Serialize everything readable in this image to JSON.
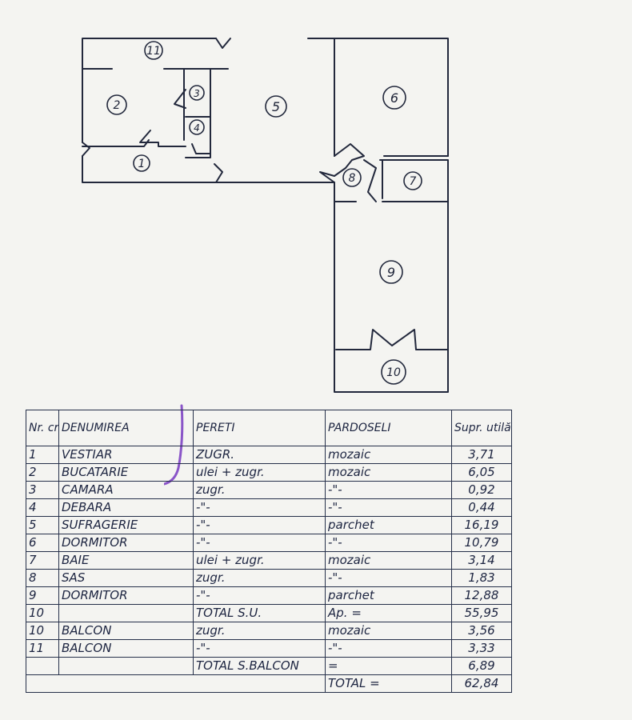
{
  "plan": {
    "rooms": [
      {
        "id": "1",
        "label": "1"
      },
      {
        "id": "2",
        "label": "2"
      },
      {
        "id": "3",
        "label": "3"
      },
      {
        "id": "4",
        "label": "4"
      },
      {
        "id": "5",
        "label": "5"
      },
      {
        "id": "6",
        "label": "6"
      },
      {
        "id": "7",
        "label": "7"
      },
      {
        "id": "8",
        "label": "8"
      },
      {
        "id": "9",
        "label": "9"
      },
      {
        "id": "10",
        "label": "10"
      },
      {
        "id": "11",
        "label": "11"
      }
    ]
  },
  "table": {
    "headers": {
      "nr": "Nr. crt.",
      "denumirea": "DENUMIREA",
      "pereti": "PERETI",
      "pardoseli": "PARDOSELI",
      "supr": "Supr. utilă"
    },
    "rows": [
      {
        "nr": "1",
        "name": "VESTIAR",
        "pereti": "ZUGR.",
        "pardoseli": "mozaic",
        "supr": "3,71"
      },
      {
        "nr": "2",
        "name": "BUCATARIE",
        "pereti": "ulei + zugr.",
        "pardoseli": "mozaic",
        "supr": "6,05"
      },
      {
        "nr": "3",
        "name": "CAMARA",
        "pereti": "zugr.",
        "pardoseli": "-\"-",
        "supr": "0,92"
      },
      {
        "nr": "4",
        "name": "DEBARA",
        "pereti": "-\"-",
        "pardoseli": "-\"-",
        "supr": "0,44"
      },
      {
        "nr": "5",
        "name": "SUFRAGERIE",
        "pereti": "-\"-",
        "pardoseli": "parchet",
        "supr": "16,19"
      },
      {
        "nr": "6",
        "name": "DORMITOR",
        "pereti": "-\"-",
        "pardoseli": "-\"-",
        "supr": "10,79"
      },
      {
        "nr": "7",
        "name": "BAIE",
        "pereti": "ulei + zugr.",
        "pardoseli": "mozaic",
        "supr": "3,14"
      },
      {
        "nr": "8",
        "name": "SAS",
        "pereti": "zugr.",
        "pardoseli": "-\"-",
        "supr": "1,83"
      },
      {
        "nr": "9",
        "name": "DORMITOR",
        "pereti": "-\"-",
        "pardoseli": "parchet",
        "supr": "12,88"
      },
      {
        "nr": "10",
        "name": "",
        "pereti": "TOTAL S.U.",
        "pardoseli": "Ap. =",
        "supr": "55,95"
      },
      {
        "nr": "10",
        "name": "BALCON",
        "pereti": "zugr.",
        "pardoseli": "mozaic",
        "supr": "3,56"
      },
      {
        "nr": "11",
        "name": "BALCON",
        "pereti": "-\"-",
        "pardoseli": "-\"-",
        "supr": "3,33"
      },
      {
        "nr": "",
        "name": "",
        "pereti": "TOTAL S.BALCON",
        "pardoseli": "=",
        "supr": "6,89"
      },
      {
        "nr": "",
        "name": "",
        "pereti": "",
        "pardoseli": "TOTAL =",
        "supr": "62,84"
      }
    ]
  },
  "colors": {
    "ink": "#20263a",
    "paper": "#f4f4f1",
    "purple_mark": "#8a55c8"
  }
}
